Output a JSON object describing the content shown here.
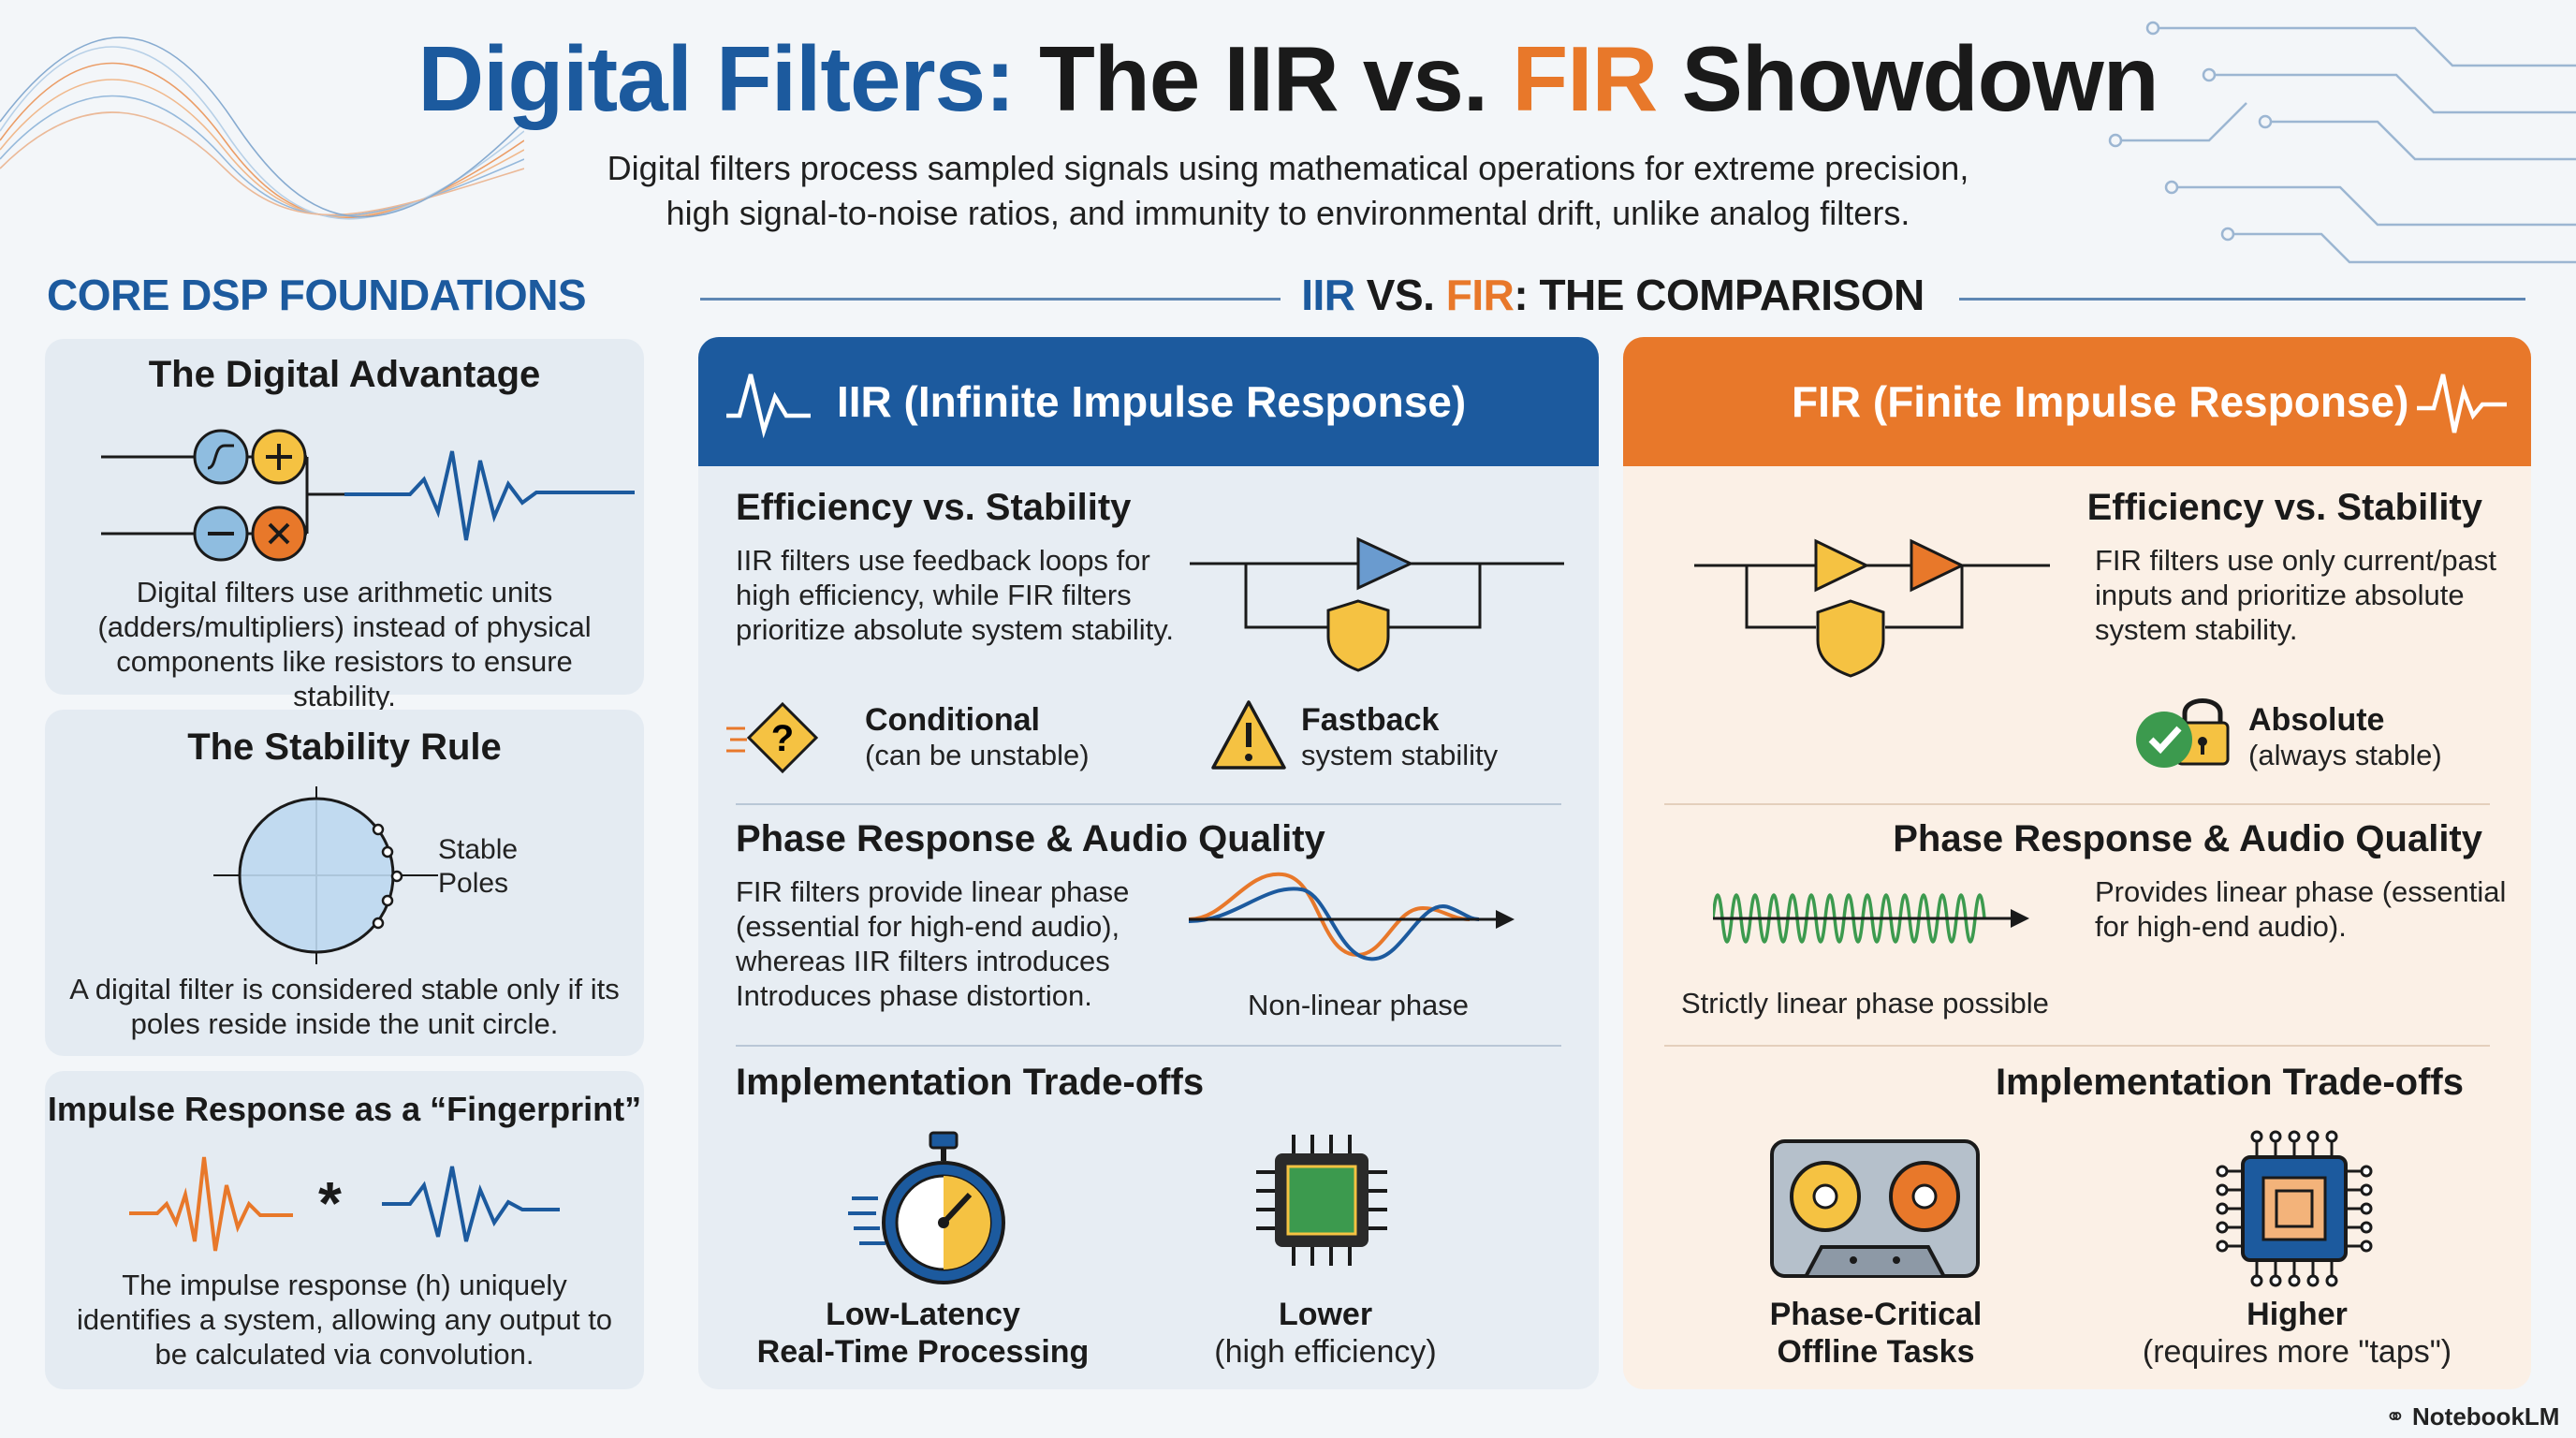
{
  "title": {
    "part1": "Digital Filters:",
    "part2": " The IIR vs. ",
    "part3": "FIR",
    "part4": " Showdown"
  },
  "subtitle": {
    "line1": "Digital filters process sampled signals using mathematical operations for extreme precision,",
    "line2": "high signal-to-noise ratios, and immunity to environmental drift, unlike analog filters."
  },
  "core": {
    "heading": "CORE DSP FOUNDATIONS",
    "advantage": {
      "title": "The Digital Advantage",
      "text": "Digital filters use arithmetic units (adders/multipliers) instead of physical components like resistors to ensure stability."
    },
    "stability": {
      "title": "The Stability Rule",
      "label_line1": "Stable",
      "label_line2": "Poles",
      "text": "A digital filter is considered stable only if its poles reside inside the unit circle."
    },
    "impulse": {
      "title": "Impulse Response as a “Fingerprint”",
      "operator": "*",
      "text": "The impulse response (h) uniquely identifies a system, allowing any output to be calculated via convolution."
    }
  },
  "comparison": {
    "part1": "IIR",
    "part2": " VS. ",
    "part3": "FIR",
    "part4": ": THE COMPARISON"
  },
  "iir": {
    "header": "IIR (Infinite Impulse Response)",
    "efficiency_title": "Efficiency vs. Stability",
    "efficiency_text": "IIR filters use feedback loops for high efficiency, while FIR filters prioritize absolute system stability.",
    "badge1_bold": "Conditional",
    "badge1_sub": "(can be unstable)",
    "badge2_bold": "Fastback",
    "badge2_sub": "system stability",
    "phase_title": "Phase Response & Audio Quality",
    "phase_text": "FIR filters provide linear phase (essential for high-end audio), whereas IIR filters introduces Introduces phase distortion.",
    "phase_caption": "Non-linear phase",
    "impl_title": "Implementation Trade-offs",
    "impl1_line1": "Low-Latency",
    "impl1_line2": "Real-Time Processing",
    "impl2_line1": "Lower",
    "impl2_line2": "(high efficiency)"
  },
  "fir": {
    "header": "FIR (Finite Impulse Response)",
    "efficiency_title": "Efficiency vs. Stability",
    "efficiency_text": "FIR filters use only current/past inputs and prioritize absolute system stability.",
    "badge_bold": "Absolute",
    "badge_sub": "(always stable)",
    "phase_title": "Phase Response & Audio Quality",
    "phase_text": "Provides linear phase (essential for high-end audio).",
    "phase_caption": "Strictly linear phase possible",
    "impl_title": "Implementation Trade-offs",
    "impl1_line1": "Phase-Critical",
    "impl1_line2": "Offline Tasks",
    "impl2_line1": "Higher",
    "impl2_line2": "(requires more \"taps\")"
  },
  "brand": "NotebookLM",
  "colors": {
    "blue": "#1c5a9e",
    "orange": "#e8782a",
    "yellow": "#f5c242",
    "green": "#3c9a4e"
  }
}
